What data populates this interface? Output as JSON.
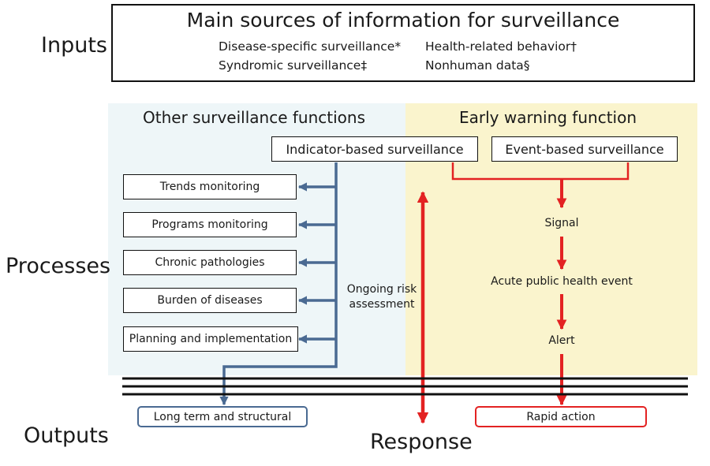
{
  "side_labels": {
    "inputs": "Inputs",
    "processes": "Processes",
    "outputs": "Outputs"
  },
  "inputs": {
    "title": "Main sources of information for surveillance",
    "sources": [
      "Disease-specific surveillance*",
      "Health-related behavior†",
      "Syndromic surveillance‡",
      "Nonhuman data§"
    ]
  },
  "other_functions": {
    "title": "Other surveillance functions",
    "source_box": "Indicator-based surveillance",
    "items": [
      "Trends monitoring",
      "Programs monitoring",
      "Chronic pathologies",
      "Burden of diseases",
      "Planning and implementation"
    ],
    "output": "Long term and structural"
  },
  "early_warning": {
    "title": "Early warning function",
    "source_box": "Event-based surveillance",
    "steps": [
      "Signal",
      "Acute public health event",
      "Alert"
    ],
    "output": "Rapid action"
  },
  "center": {
    "risk_line1": "Ongoing risk",
    "risk_line2": "assessment",
    "response": "Response"
  },
  "colors": {
    "blue": "#4a6a92",
    "red": "#e32222",
    "left_panel": "#eef6f8",
    "right_panel": "#faf4cd"
  }
}
